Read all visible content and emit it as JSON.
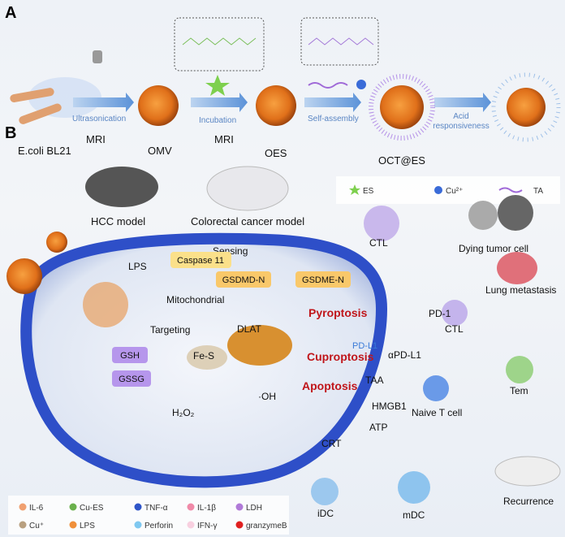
{
  "panel_a": {
    "label": "A",
    "stages": [
      "E.coli BL21",
      "OMV",
      "OES",
      "OCT@ES"
    ],
    "arrows": [
      "Ultrasonication",
      "Incubation",
      "Self-assembly",
      "Acid",
      "responsiveness"
    ]
  },
  "legend_top": {
    "es": "ES",
    "cu2": "Cu²⁺",
    "ta": "TA"
  },
  "panel_b": {
    "label": "B",
    "mri": "MRI",
    "models": [
      "HCC model",
      "Colorectal cancer model"
    ],
    "cell_labels": {
      "sensing": "Sensing",
      "lps": "LPS",
      "caspase": "Caspase 11",
      "gsdmd": "GSDMD-N",
      "gsdme": "GSDME-N",
      "mito": "Mitochondrial",
      "targeting": "Targeting",
      "dlat": "DLAT",
      "fes": "Fe-S",
      "gsh": "GSH",
      "gssg": "GSSG",
      "pyroptosis": "Pyroptosis",
      "cuproptosis": "Cuproptosis",
      "apoptosis": "Apoptosis",
      "oh": "·OH",
      "h2o2": "H₂O₂",
      "taa": "TAA",
      "hmgb1": "HMGB1",
      "atp": "ATP",
      "crt": "CRT",
      "pdl1": "PD-L1",
      "apdl1": "αPD-L1"
    },
    "immune_labels": {
      "ctl1": "CTL",
      "dying": "Dying tumor cell",
      "pd1": "PD-1",
      "ctl2": "CTL",
      "lung": "Lung metastasis",
      "tem": "Tem",
      "naive": "Naive T cell",
      "mdc": "mDC",
      "idc": "iDC",
      "recurrence": "Recurrence"
    }
  },
  "legend_bottom": [
    {
      "label": "IL-6",
      "color": "#f0a070"
    },
    {
      "label": "Cu-ES",
      "color": "#6ab04c"
    },
    {
      "label": "TNF-α",
      "color": "#2e55c8"
    },
    {
      "label": "IL-1β",
      "color": "#f08aa8"
    },
    {
      "label": "LDH",
      "color": "#b07ad8"
    },
    {
      "label": "Cu⁺",
      "color": "#b8a080"
    },
    {
      "label": "LPS",
      "color": "#f0903a"
    },
    {
      "label": "Perforin",
      "color": "#7fc8f0"
    },
    {
      "label": "IFN-γ",
      "color": "#f8d0e0"
    },
    {
      "label": "granzymeB",
      "color": "#e02020"
    }
  ]
}
